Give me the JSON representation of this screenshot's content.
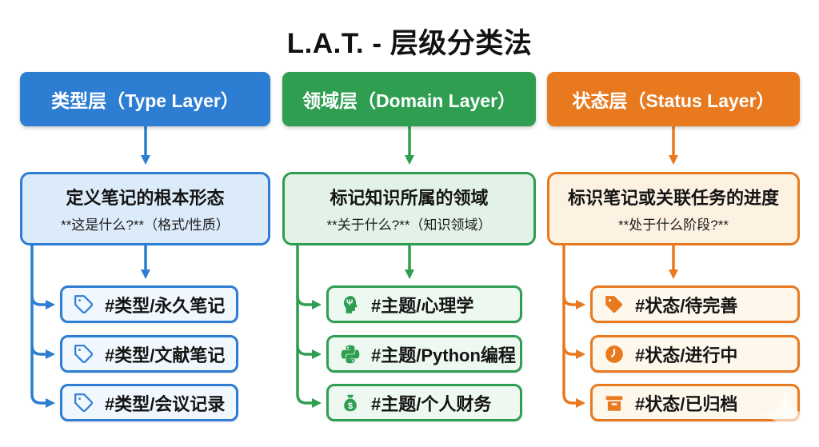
{
  "title": "L.A.T. - 层级分类法",
  "columns": [
    {
      "id": "type-layer",
      "accent_color": "#2d7dd2",
      "header_label": "类型层（Type Layer）",
      "description": {
        "title": "定义笔记的根本形态",
        "subtitle": "**这是什么?**（格式/性质）"
      },
      "items": [
        {
          "icon": "tag-outline-icon",
          "label": "#类型/永久笔记"
        },
        {
          "icon": "tag-outline-icon",
          "label": "#类型/文献笔记"
        },
        {
          "icon": "tag-outline-icon",
          "label": "#类型/会议记录"
        }
      ]
    },
    {
      "id": "domain-layer",
      "accent_color": "#2f9e51",
      "header_label": "领域层（Domain Layer）",
      "description": {
        "title": "标记知识所属的领域",
        "subtitle": "**关于什么?**（知识领域）"
      },
      "items": [
        {
          "icon": "psychology-head-icon",
          "label": "#主题/心理学"
        },
        {
          "icon": "python-logo-icon",
          "label": "#主题/Python编程"
        },
        {
          "icon": "money-bag-icon",
          "label": "#主题/个人财务"
        }
      ]
    },
    {
      "id": "status-layer",
      "accent_color": "#e8791f",
      "header_label": "状态层（Status Layer）",
      "description": {
        "title": "标识笔记或关联任务的进度",
        "subtitle": "**处于什么阶段?**"
      },
      "items": [
        {
          "icon": "tag-filled-icon",
          "label": "#状态/待完善"
        },
        {
          "icon": "clock-icon",
          "label": "#状态/进行中"
        },
        {
          "icon": "archive-box-icon",
          "label": "#状态/已归档"
        }
      ]
    }
  ]
}
